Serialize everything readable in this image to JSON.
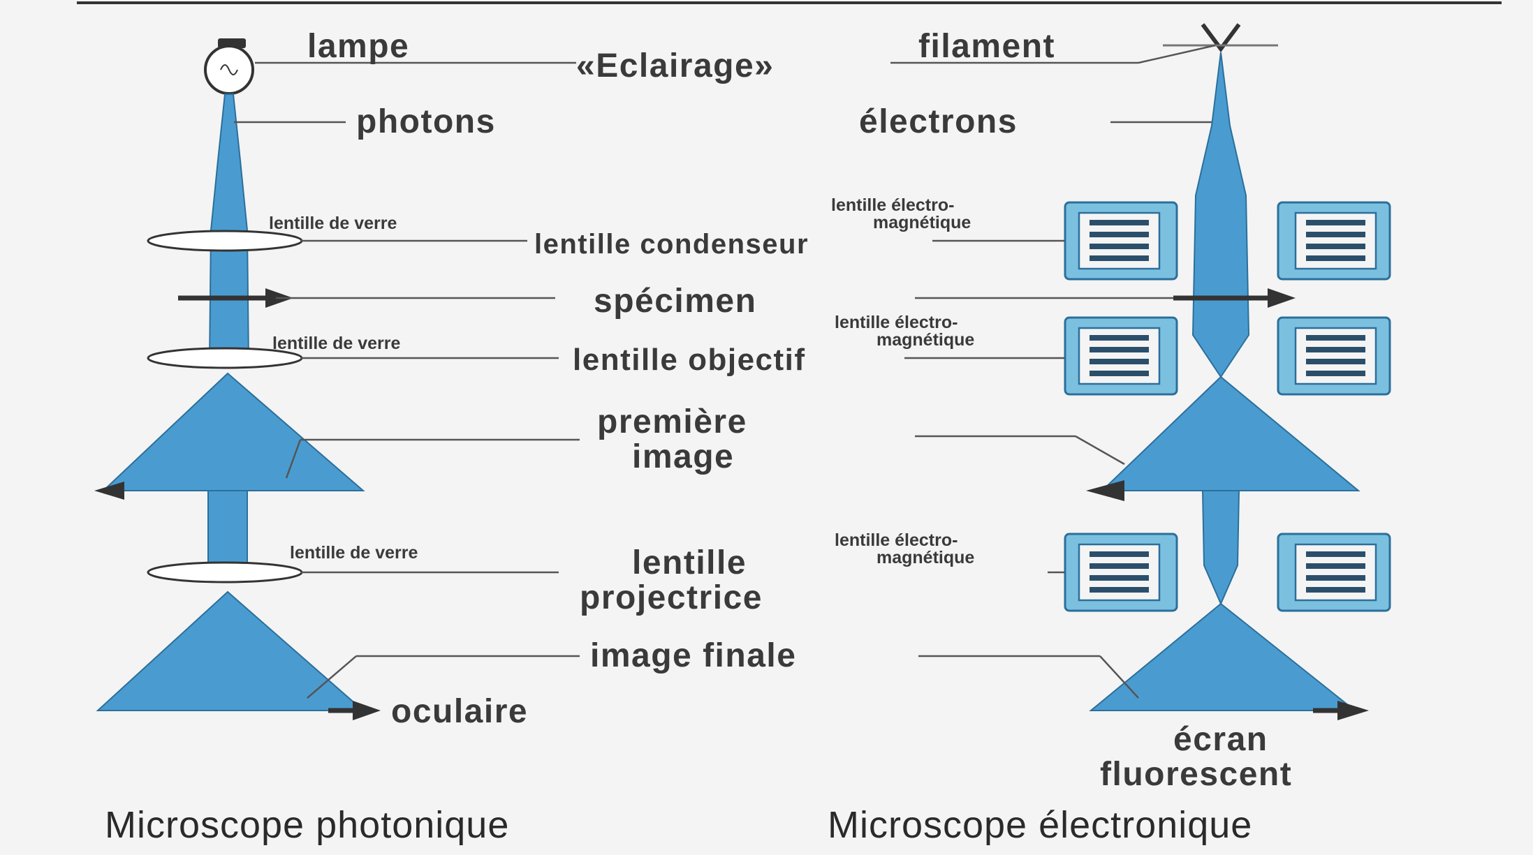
{
  "labels": {
    "eclairage": "«Eclairage»",
    "lampe": "lampe",
    "filament": "filament",
    "photons": "photons",
    "electrons": "électrons",
    "lentille_de_verre": "lentille de verre",
    "lentille_electro_line1": "lentille électro-",
    "lentille_electro_line2": "magnétique",
    "lentille_condenseur": "lentille condenseur",
    "specimen": "spécimen",
    "lentille_objectif": "lentille objectif",
    "premiere_image_line1": "première",
    "premiere_image_line2": "image",
    "lentille_projectrice_line1": "lentille",
    "lentille_projectrice_line2": "projectrice",
    "image_finale": "image finale",
    "oculaire": "oculaire",
    "ecran_line1": "écran",
    "ecran_line2": "fluorescent"
  },
  "captions": {
    "left": "Microscope photonique",
    "right": "Microscope électronique"
  },
  "colors": {
    "beam": "#4a9cd0",
    "coil": "#7cc0e0",
    "text": "#3a3a3a"
  },
  "icons": {
    "light_source": "light-bulb-icon",
    "electron_source": "filament-icon"
  }
}
